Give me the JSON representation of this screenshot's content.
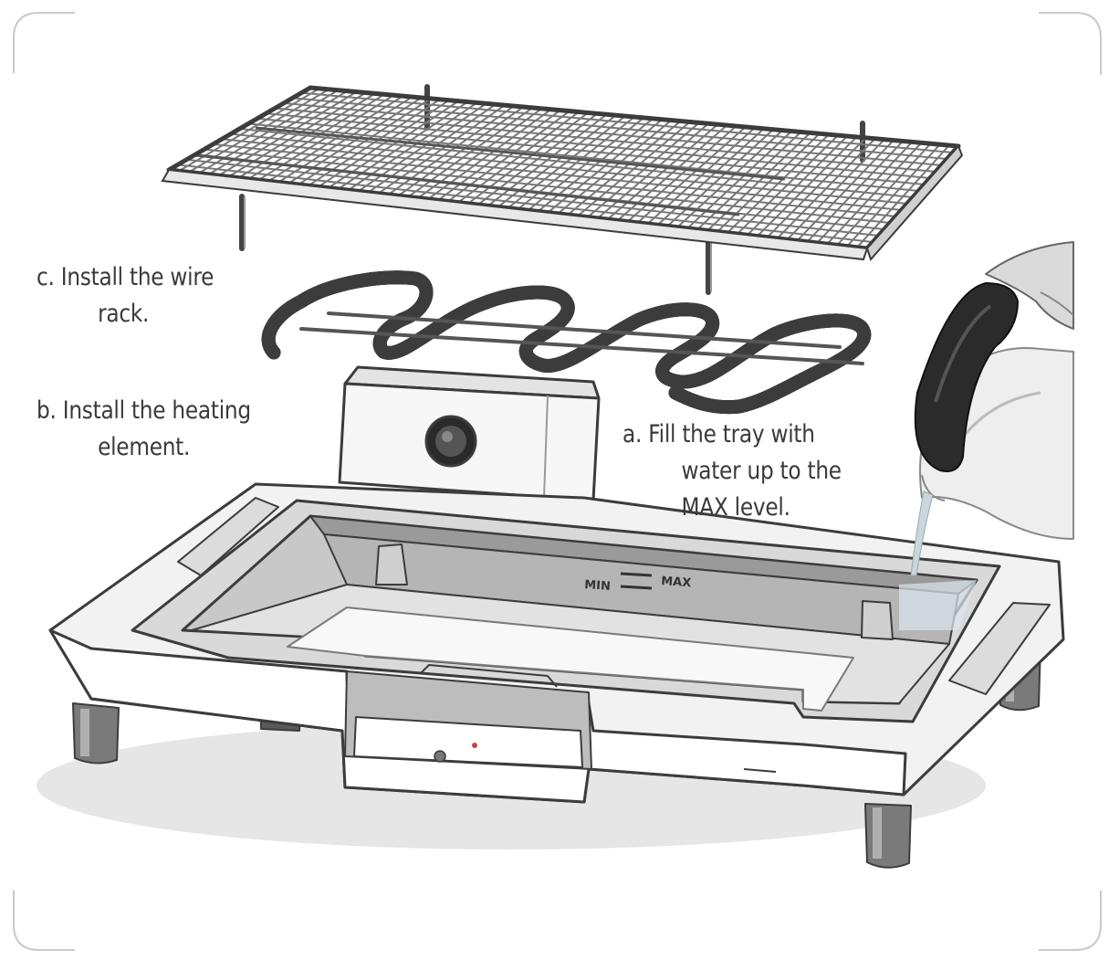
{
  "steps": {
    "c": {
      "line1": "c.  Install the wire",
      "line2": "rack."
    },
    "b": {
      "line1": "b.  Install the heating",
      "line2": "element."
    },
    "a": {
      "line1": "a.  Fill the tray with",
      "line2": "water up to the",
      "line3": "MAX level."
    }
  },
  "tray_markings": {
    "min": "MIN",
    "max": "MAX"
  },
  "colors": {
    "outline": "#3c3c3c",
    "shade": "#c8c8c8",
    "water_fill": "#dde7ee",
    "text": "#3a3a3a"
  }
}
